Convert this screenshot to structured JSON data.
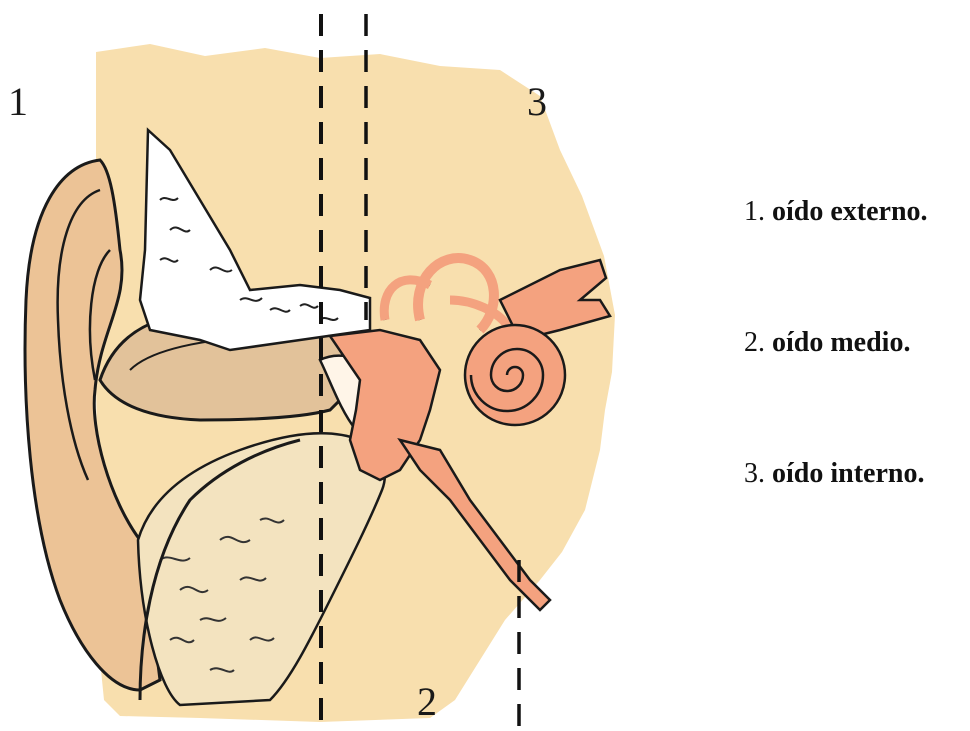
{
  "diagram": {
    "region_labels": {
      "outer": "1",
      "middle": "2",
      "inner": "3"
    },
    "legend": [
      {
        "num": "1.",
        "text": "oído externo."
      },
      {
        "num": "2.",
        "text": "oído medio."
      },
      {
        "num": "3.",
        "text": "oído interno."
      }
    ],
    "colors": {
      "background_tissue": "#f8dfae",
      "pinna": "#ecc396",
      "canal_cartilage": "#e2c29a",
      "inner_ear_structures": "#f4a27f",
      "outline": "#1a1a1a",
      "dashed_divider": "#111111"
    }
  }
}
